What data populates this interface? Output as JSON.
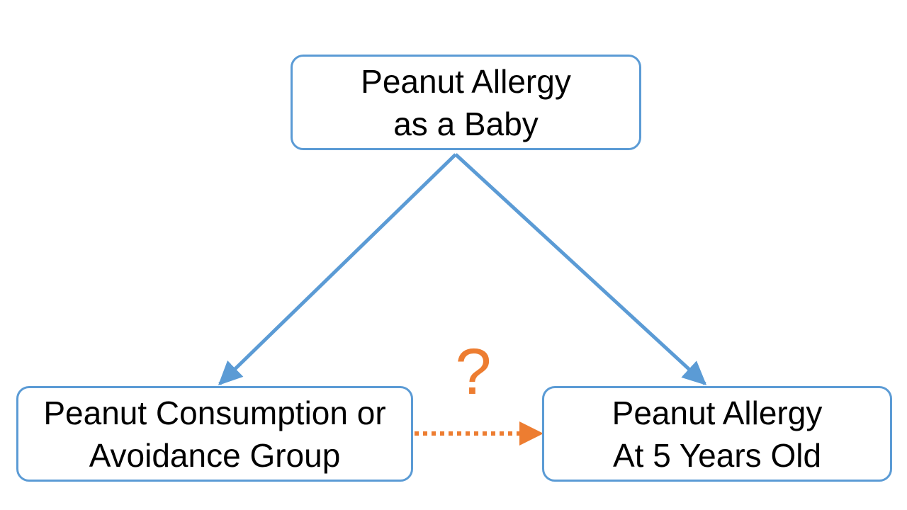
{
  "diagram": {
    "nodes": [
      {
        "id": "baby-allergy",
        "lines": [
          "Peanut Allergy",
          "as a Baby"
        ]
      },
      {
        "id": "group",
        "lines": [
          "Peanut Consumption or",
          "Avoidance Group"
        ]
      },
      {
        "id": "age5-allergy",
        "lines": [
          "Peanut Allergy",
          "At 5 Years Old"
        ]
      }
    ],
    "edges": [
      {
        "from": "baby-allergy",
        "to": "group",
        "style": "solid",
        "color": "#5b9bd5"
      },
      {
        "from": "baby-allergy",
        "to": "age5-allergy",
        "style": "solid",
        "color": "#5b9bd5"
      },
      {
        "from": "group",
        "to": "age5-allergy",
        "style": "dotted",
        "color": "#ed7d31",
        "label": "?"
      }
    ],
    "colors": {
      "box_border": "#5b9bd5",
      "causal_arrow": "#5b9bd5",
      "question_arrow": "#ed7d31"
    }
  }
}
